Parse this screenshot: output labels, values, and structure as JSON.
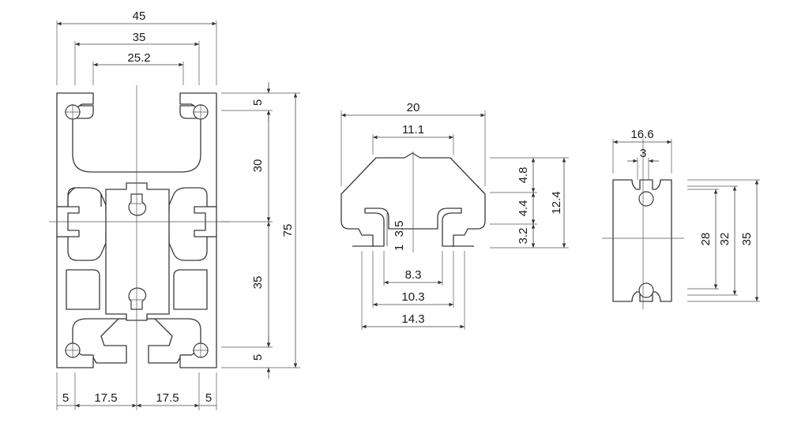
{
  "profile_75x45": {
    "width_dims": [
      "45",
      "35",
      "25.2"
    ],
    "height_dims": [
      "5",
      "30",
      "75",
      "35",
      "5"
    ],
    "bottom_dims": [
      "5",
      "17.5",
      "17.5",
      "5"
    ]
  },
  "slot_nut": {
    "top_dims": [
      "20",
      "11.1"
    ],
    "right_dims": [
      "4.8",
      "4.4",
      "3.2",
      "12.4"
    ],
    "inner_dims": [
      "3.5",
      "1"
    ],
    "bottom_dims": [
      "8.3",
      "10.3",
      "14.3"
    ]
  },
  "connector": {
    "top_dims": [
      "16.6",
      "3"
    ],
    "right_dims": [
      "28",
      "32",
      "35"
    ]
  }
}
